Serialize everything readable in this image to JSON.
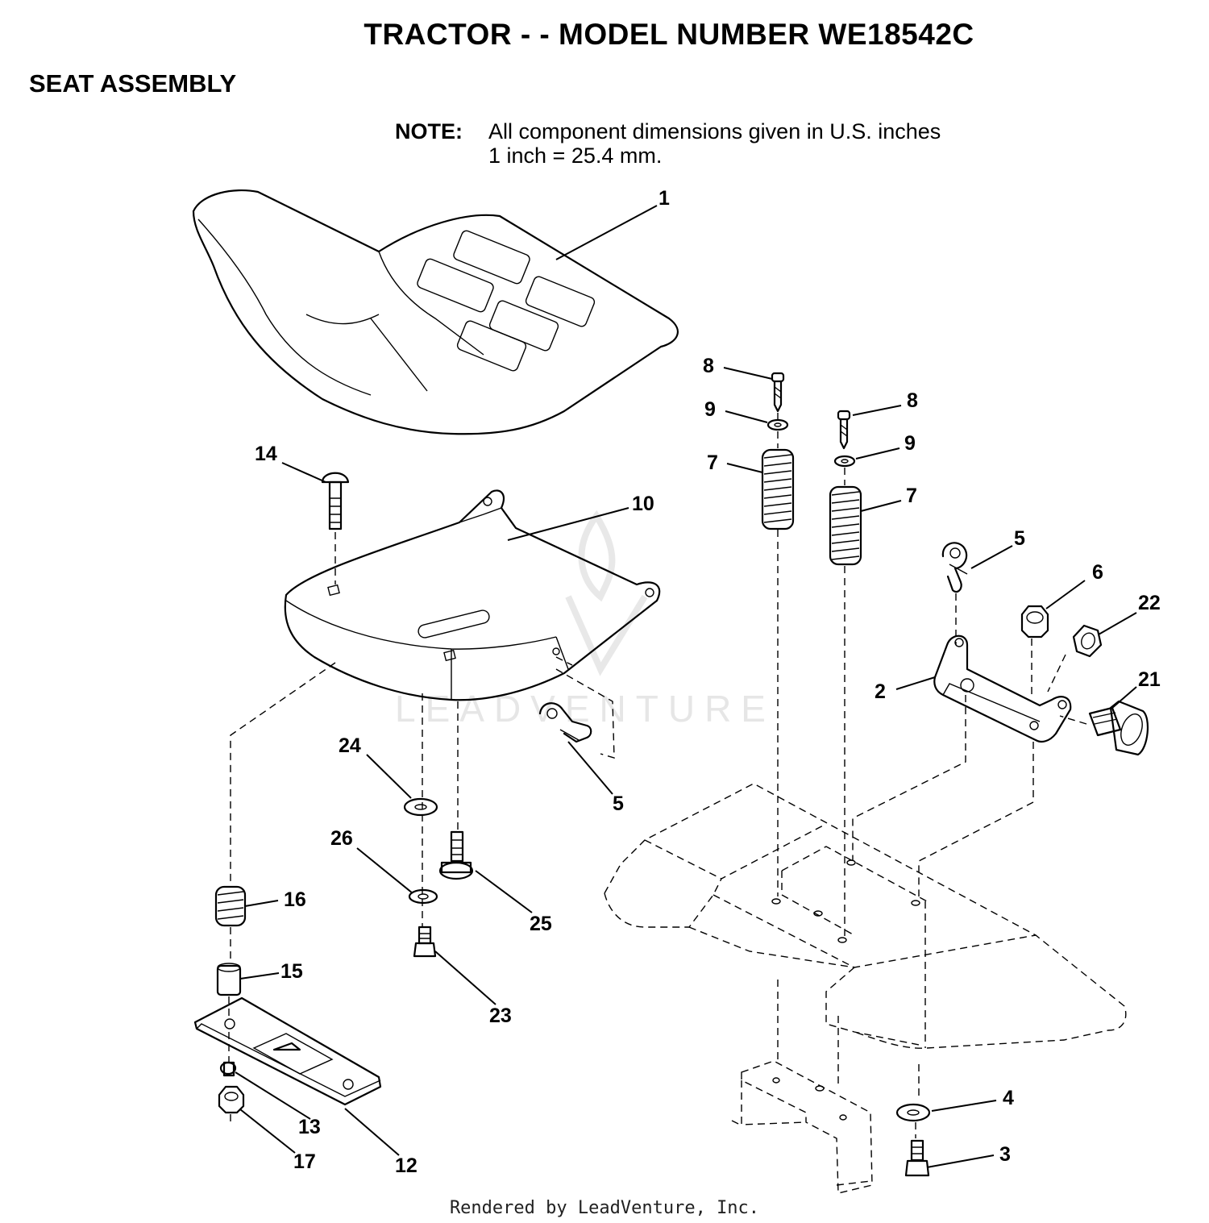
{
  "header": {
    "title": "TRACTOR - - MODEL NUMBER WE18542C",
    "subtitle": "SEAT ASSEMBLY",
    "note_label": "NOTE:",
    "note_line1": "All component dimensions given in U.S. inches",
    "note_line2": "1 inch = 25.4 mm."
  },
  "watermark": "LEADVENTURE",
  "footer": "Rendered by LeadVenture, Inc.",
  "callouts": {
    "c1": "1",
    "c2": "2",
    "c3": "3",
    "c4": "4",
    "c5a": "5",
    "c5b": "5",
    "c6": "6",
    "c7a": "7",
    "c7b": "7",
    "c8a": "8",
    "c8b": "8",
    "c9a": "9",
    "c9b": "9",
    "c10": "10",
    "c12": "12",
    "c13": "13",
    "c14": "14",
    "c15": "15",
    "c16": "16",
    "c17": "17",
    "c21": "21",
    "c22": "22",
    "c23": "23",
    "c24": "24",
    "c25": "25",
    "c26": "26"
  }
}
